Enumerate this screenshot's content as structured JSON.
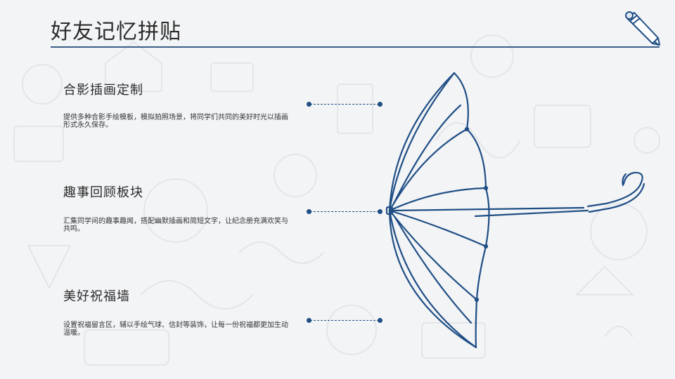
{
  "page": {
    "title": "好友记忆拼贴",
    "accent_color": "#1f4e85",
    "rule_color": "#3a5f8a",
    "background_color": "#f3f4f6"
  },
  "header_icon": "pencil-icon",
  "sections": [
    {
      "heading": "合影插画定制",
      "body": "提供多种合影手绘模板，模拟拍照场景，将同学们共同的美好时光以插画形式永久保存。"
    },
    {
      "heading": "趣事回顾板块",
      "body": "汇集同学间的趣事趣闻，搭配幽默插画和简短文字，让纪念册充满欢笑与共鸣。"
    },
    {
      "heading": "美好祝福墙",
      "body": "设置祝福留言区，辅以手绘气球、信封等装饰，让每一份祝福都更加生动温暖。"
    }
  ],
  "illustration": "umbrella-illustration"
}
